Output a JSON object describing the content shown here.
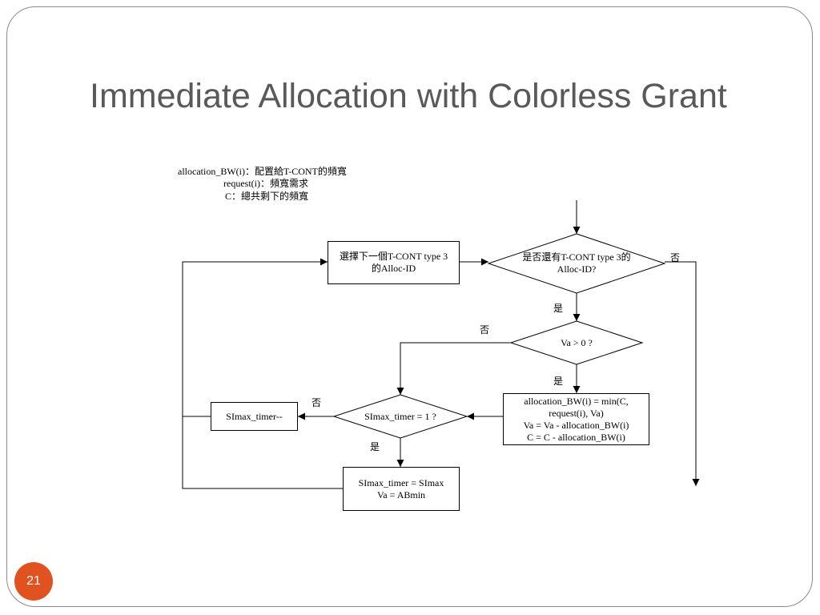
{
  "slide": {
    "title": "Immediate Allocation with Colorless Grant",
    "page_number": "21"
  },
  "legend": {
    "line1": "allocation_BW(i)：配置給T-CONT的頻寬",
    "line2": "request(i)：頻寬需求",
    "line3": "C：總共剩下的頻寬"
  },
  "nodes": {
    "select_next": [
      "選擇下一個T-CONT type 3",
      "的Alloc-ID"
    ],
    "has_more": [
      "是否還有T-CONT type 3的",
      "Alloc-ID?"
    ],
    "va_gt_0": "Va > 0 ?",
    "allocate": [
      "allocation_BW(i) = min(C,",
      "request(i), Va)",
      "Va = Va - allocation_BW(i)",
      "C = C - allocation_BW(i)"
    ],
    "simax_eq_1": "SImax_timer = 1 ?",
    "simax_dec": "SImax_timer--",
    "simax_reset": [
      "SImax_timer = SImax",
      "Va = ABmin"
    ]
  },
  "edge_labels": {
    "has_more_no": "否",
    "has_more_yes": "是",
    "va_no": "否",
    "va_yes": "是",
    "simax_no": "否",
    "simax_yes": "是"
  }
}
